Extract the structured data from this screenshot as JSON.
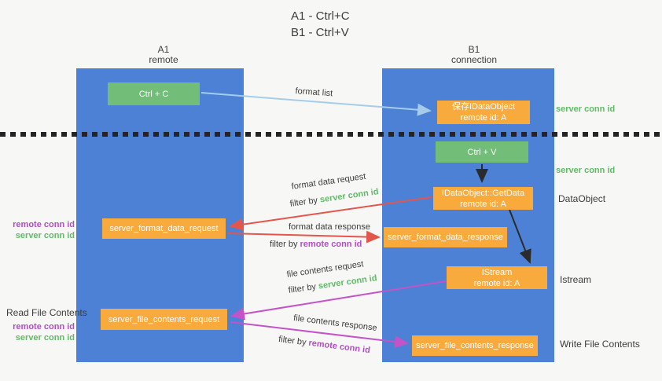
{
  "title": {
    "line1": "A1 - Ctrl+C",
    "line2": "B1 - Ctrl+V"
  },
  "lanes": {
    "left": {
      "name": "A1",
      "subtitle": "remote"
    },
    "right": {
      "name": "B1",
      "subtitle": "connection"
    }
  },
  "nodes": {
    "ctrl_c": {
      "label": "Ctrl + C"
    },
    "ctrl_v": {
      "label": "Ctrl + V"
    },
    "save_dataobject": {
      "line1": "保存IDataObject",
      "line2": "remote id: A"
    },
    "getdata": {
      "line1": "IDataObject::GetData",
      "line2": "remote id: A"
    },
    "istream": {
      "line1": "IStream",
      "line2": "remote id: A"
    },
    "server_format_data_request": {
      "label": "server_format_data_request"
    },
    "server_format_data_response": {
      "label": "server_format_data_response"
    },
    "server_file_contents_request": {
      "label": "server_file_contents_request"
    },
    "server_file_contents_response": {
      "label": "server_file_contents_response"
    }
  },
  "edge_labels": {
    "format_list": "format list",
    "format_data_request": "format data request",
    "format_data_request_filter": {
      "prefix": "filter by ",
      "keyword": "server conn id"
    },
    "format_data_response": "format data response",
    "format_data_response_filter": {
      "prefix": "filter by ",
      "keyword": "remote conn id"
    },
    "file_contents_request": "file contents request",
    "file_contents_request_filter": {
      "prefix": "filter by ",
      "keyword": "server conn id"
    },
    "file_contents_response": "file contents response",
    "file_contents_response_filter": {
      "prefix": "filter by ",
      "keyword": "remote conn id"
    }
  },
  "side_labels": {
    "right_server_conn_id_top": "server conn id",
    "right_server_conn_id_mid": "server conn id",
    "data_object": "DataObject",
    "istream": "Istream",
    "write_file_contents": "Write File Contents",
    "read_file_contents": "Read File Contents",
    "left_remote_conn_id_top": "remote conn id",
    "left_server_conn_id_top": "server conn id",
    "left_remote_conn_id_bottom": "remote conn id",
    "left_server_conn_id_bottom": "server conn id"
  },
  "colors": {
    "lane_blue": "#4c81d6",
    "node_orange": "#f8aa3d",
    "node_green": "#72bd78",
    "text_green": "#62ba68",
    "text_purple": "#b04fc4",
    "arrow_red": "#e2564c",
    "arrow_magenta": "#c453c8",
    "arrow_lightblue": "#a5cdea",
    "arrow_black": "#2b2b2b",
    "background": "#f7f7f6"
  }
}
